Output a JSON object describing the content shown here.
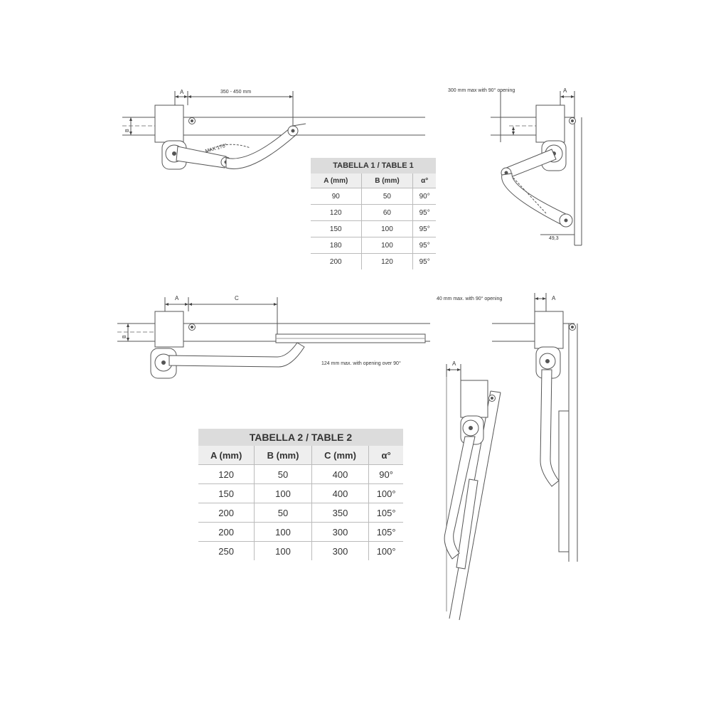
{
  "diagram1": {
    "dim_a": "A",
    "dim_range": "350 - 450 mm",
    "dim_b": "B",
    "max_angle": "MAX 170°"
  },
  "diagram2": {
    "note": "300 mm max with 90° opening",
    "dim_a": "A",
    "dim_value": "49,3"
  },
  "diagram3": {
    "dim_a": "A",
    "dim_c": "C",
    "dim_b": "B"
  },
  "diagram4": {
    "note": "40 mm max. with 90° opening",
    "dim_a": "A"
  },
  "diagram5": {
    "note": "124 mm max. with opening over 90°",
    "dim_a": "A"
  },
  "table1": {
    "title": "TABELLA 1 / TABLE 1",
    "headers": [
      "A (mm)",
      "B (mm)",
      "α°"
    ],
    "rows": [
      [
        "90",
        "50",
        "90°"
      ],
      [
        "120",
        "60",
        "95°"
      ],
      [
        "150",
        "100",
        "95°"
      ],
      [
        "180",
        "100",
        "95°"
      ],
      [
        "200",
        "120",
        "95°"
      ]
    ]
  },
  "table2": {
    "title": "TABELLA 2 / TABLE 2",
    "headers": [
      "A (mm)",
      "B (mm)",
      "C (mm)",
      "α°"
    ],
    "rows": [
      [
        "120",
        "50",
        "400",
        "90°"
      ],
      [
        "150",
        "100",
        "400",
        "100°"
      ],
      [
        "200",
        "50",
        "350",
        "105°"
      ],
      [
        "200",
        "100",
        "300",
        "105°"
      ],
      [
        "250",
        "100",
        "300",
        "100°"
      ]
    ]
  }
}
